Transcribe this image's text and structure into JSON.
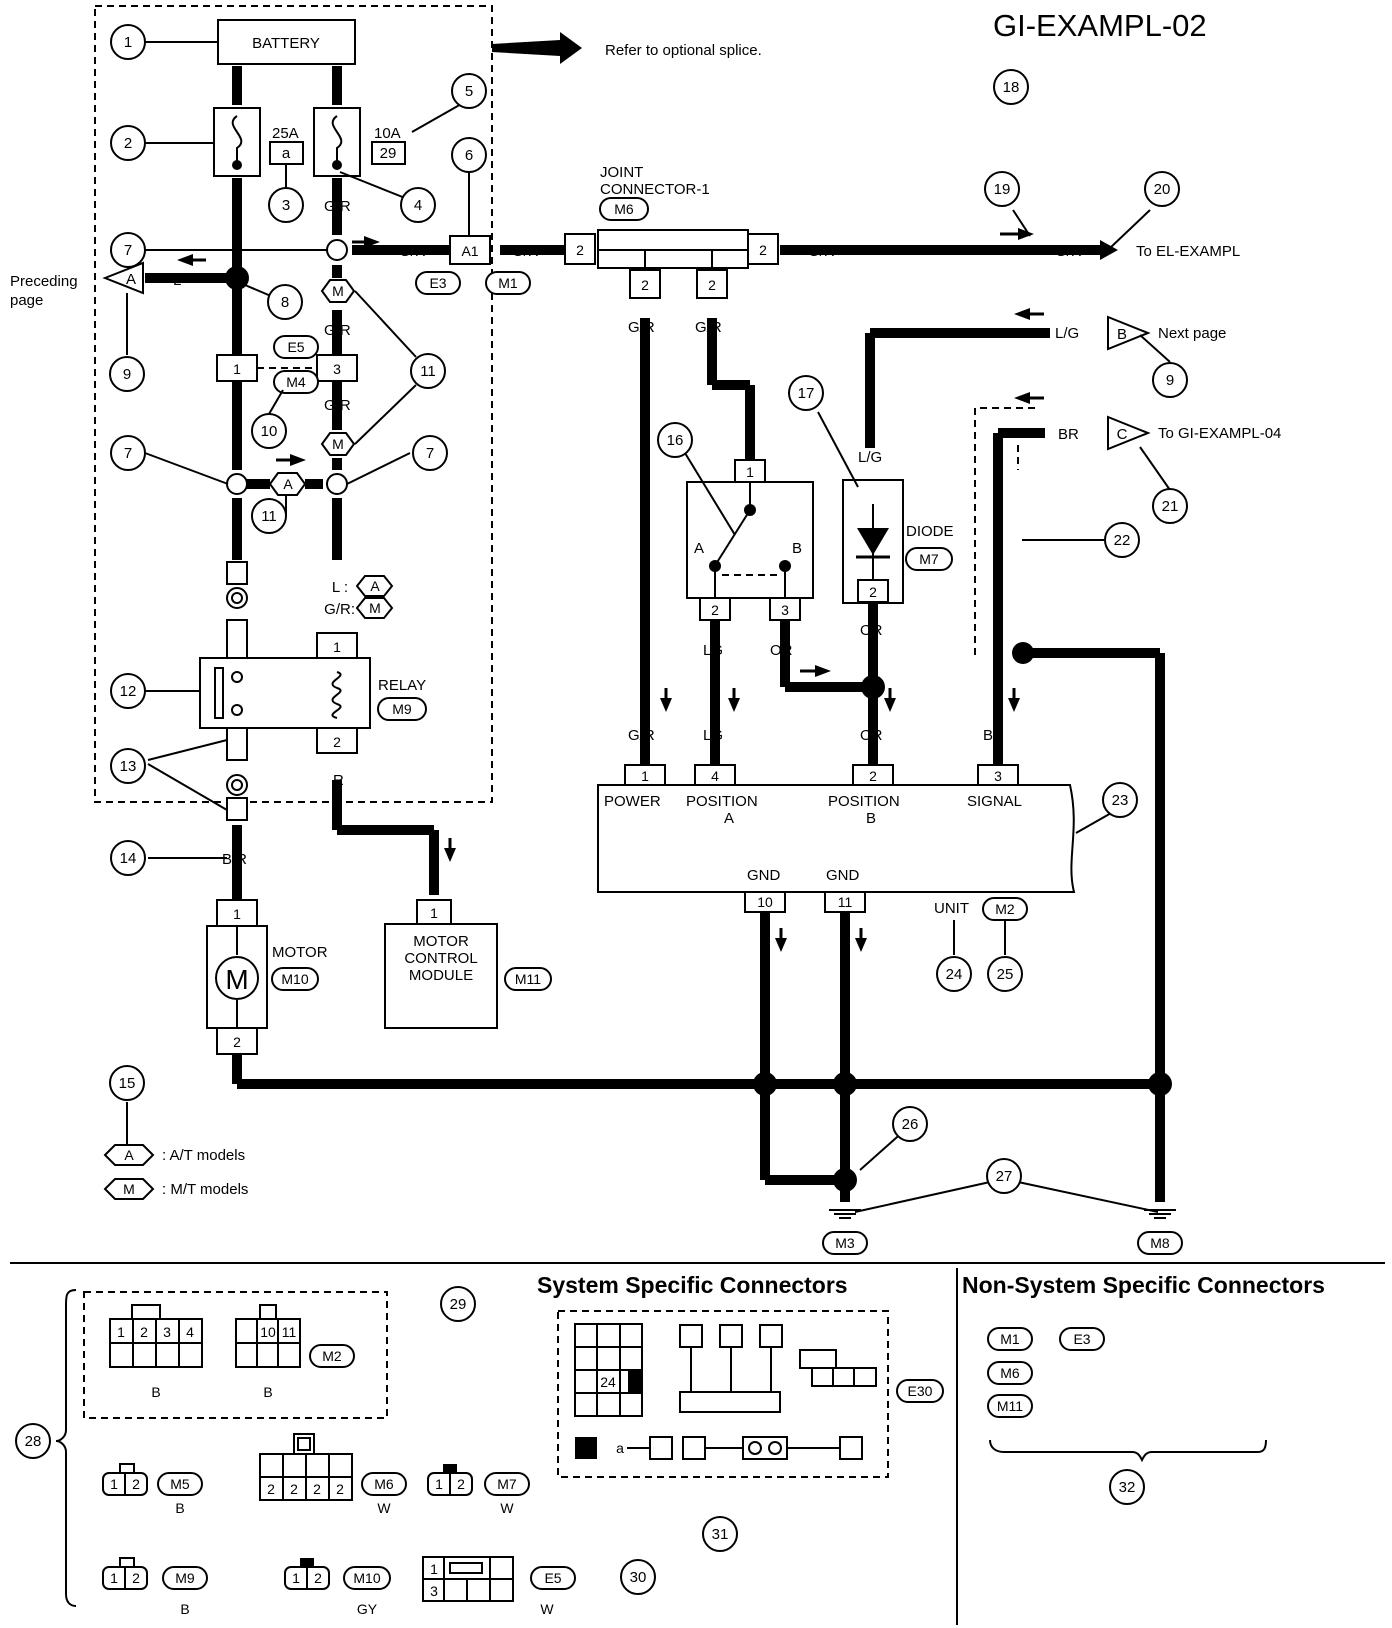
{
  "diagram_id": "GI-EXAMPL-02",
  "refer_note": "Refer to optional splice.",
  "battery": "BATTERY",
  "fuses": [
    {
      "amp": "25A",
      "code": "a"
    },
    {
      "amp": "10A",
      "code": "29"
    }
  ],
  "joint_connector": {
    "title_line1": "JOINT",
    "title_line2": "CONNECTOR-1",
    "id": "M6"
  },
  "relay": {
    "label": "RELAY",
    "id": "M9"
  },
  "diode": {
    "label": "DIODE",
    "id": "M7"
  },
  "motor": {
    "label": "MOTOR",
    "id": "M10",
    "symbol": "M"
  },
  "motor_module": {
    "line1": "MOTOR",
    "line2": "CONTROL",
    "line3": "MODULE",
    "id": "M11"
  },
  "unit": {
    "label": "UNIT",
    "id": "M2",
    "terminals": [
      {
        "pin": "1",
        "name": "POWER",
        "name2": "",
        "wire": "G/R"
      },
      {
        "pin": "4",
        "name": "POSITION",
        "name2": "A",
        "wire": "LG"
      },
      {
        "pin": "2",
        "name": "POSITION",
        "name2": "B",
        "wire": "OR"
      },
      {
        "pin": "3",
        "name": "SIGNAL",
        "name2": "",
        "wire": "BR"
      }
    ],
    "gnd": [
      {
        "pin": "10",
        "name": "GND"
      },
      {
        "pin": "11",
        "name": "GND"
      }
    ]
  },
  "offpage": {
    "preceding": {
      "letter": "A",
      "line1": "Preceding",
      "line2": "page",
      "wire": "L"
    },
    "next": {
      "letter": "B",
      "text": "Next  page",
      "wire": "L/G"
    },
    "gi04": {
      "letter": "C",
      "text": "To GI-EXAMPL-04",
      "wire": "BR"
    },
    "el": {
      "text": "To EL-EXAMPL",
      "wire": "G/R"
    }
  },
  "wire_colors": {
    "L": "L",
    "GR": "G/R",
    "LG_slash": "L/G",
    "LG": "LG",
    "OR": "OR",
    "BR": "BR",
    "R": "R",
    "BR_slash": "B/R",
    "B": "B"
  },
  "connector_ids": {
    "E3": "E3",
    "M1": "M1",
    "A1": "A1",
    "E5": "E5",
    "M4": "M4",
    "M3": "M3",
    "M8": "M8"
  },
  "option_codes": {
    "A": "A",
    "M": "M"
  },
  "option_prefix": {
    "L": "L :",
    "GR": "G/R:"
  },
  "legend": [
    {
      "code": "A",
      "text": ": A/T models"
    },
    {
      "code": "M",
      "text": ": M/T models"
    }
  ],
  "callouts": [
    "1",
    "2",
    "3",
    "4",
    "5",
    "6",
    "7",
    "8",
    "9",
    "10",
    "11",
    "12",
    "13",
    "14",
    "15",
    "16",
    "17",
    "18",
    "19",
    "20",
    "21",
    "22",
    "23",
    "24",
    "25",
    "26",
    "27",
    "28",
    "29",
    "30",
    "31",
    "32"
  ],
  "switch_labels": {
    "a": "A",
    "b": "B"
  },
  "sections": {
    "system": "System Specific Connectors",
    "non_system": "Non-System Specific Connectors"
  },
  "connector_views": {
    "m2": {
      "id": "M2",
      "left_pins": [
        "1",
        "2",
        "3",
        "4"
      ],
      "right_pins": [
        "10",
        "11"
      ],
      "color_left": "B",
      "color_right": "B"
    },
    "m5": {
      "id": "M5",
      "pins": [
        "1",
        "2"
      ],
      "color": "B"
    },
    "m6": {
      "id": "M6",
      "pins": [
        "2",
        "2",
        "2",
        "2"
      ],
      "color": "W"
    },
    "m7": {
      "id": "M7",
      "pins": [
        "1",
        "2"
      ],
      "color": "W"
    },
    "m9": {
      "id": "M9",
      "pins": [
        "1",
        "2"
      ],
      "color": "B"
    },
    "m10": {
      "id": "M10",
      "pins": [
        "1",
        "2"
      ],
      "color": "GY"
    },
    "e5": {
      "id": "E5",
      "pins": [
        "1",
        "3"
      ],
      "color": "W"
    },
    "e30": {
      "id": "E30",
      "cell": "24",
      "code": "a"
    }
  },
  "non_system_ids": [
    "M1",
    "E3",
    "M6",
    "M11"
  ]
}
